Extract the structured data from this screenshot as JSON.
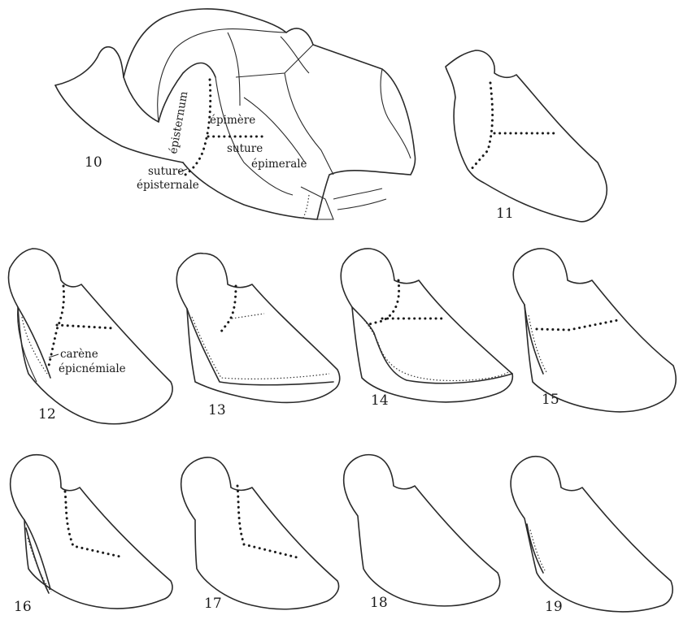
{
  "figures": [
    {
      "number": "10"
    },
    {
      "number": "11"
    },
    {
      "number": "12"
    },
    {
      "number": "13"
    },
    {
      "number": "14"
    },
    {
      "number": "15"
    },
    {
      "number": "16"
    },
    {
      "number": "17"
    },
    {
      "number": "18"
    },
    {
      "number": "19"
    }
  ],
  "labels": {
    "episternum": "épisternum",
    "epimere": "épimère",
    "suture_epimerale_1": "suture",
    "suture_epimerale_2": "épimerale",
    "suture_episternale_1": "suture",
    "suture_episternale_2": "épisternale",
    "carene_1": "carène",
    "carene_2": "épicnémiale"
  }
}
